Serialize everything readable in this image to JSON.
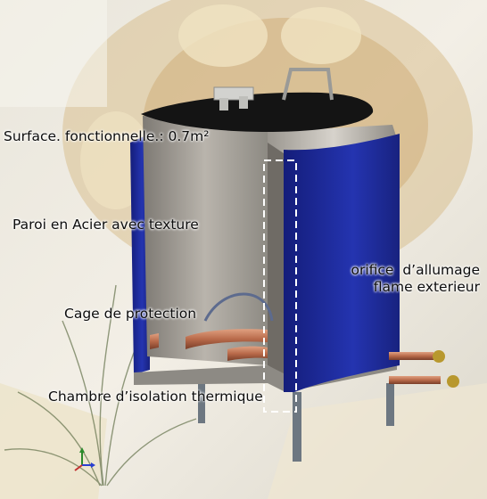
{
  "labels": {
    "surface": "Surface. fonctionnelle.: 0.7m²",
    "paroi": "Paroi en Acier avec texture",
    "cage": "Cage de protection",
    "chambre": "Chambre d’isolation thermique",
    "orifice_line1": "orifice  d’allumage",
    "orifice_line2": "flame exterieur"
  },
  "colors": {
    "shell_blue": "#1d2a9a",
    "steel": "#a8a5a0",
    "pipe_copper": "#b86a4a",
    "lid": "#1a1a1a"
  },
  "icons": {
    "axis_triad": "xyz-axis-icon"
  }
}
